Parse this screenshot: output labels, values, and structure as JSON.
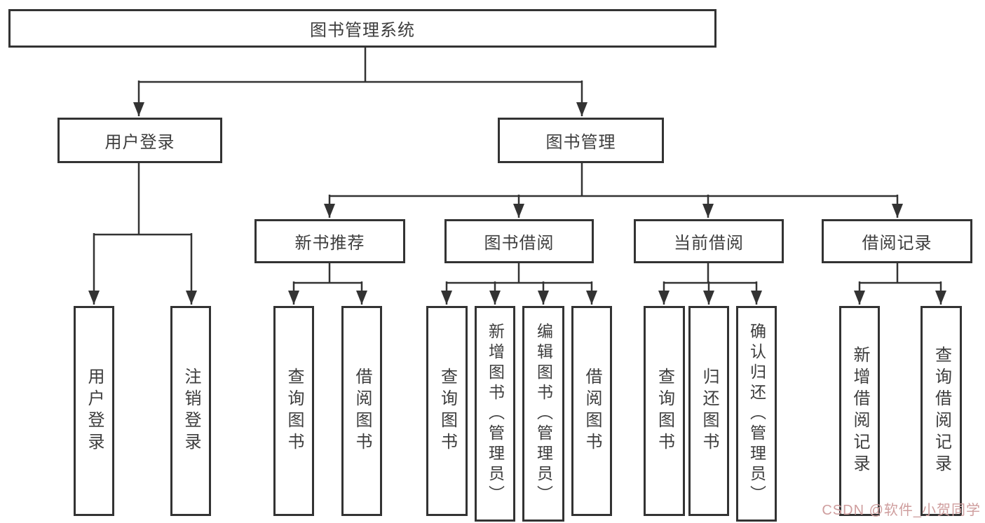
{
  "diagram_title": "图书管理系统",
  "watermark": {
    "text": "CSDN @软件_小贺同学",
    "color": "#cf9e9e"
  },
  "colors": {
    "line": "#333333",
    "border": "#333333",
    "text": "#3d3d3d",
    "background": "#ffffff"
  },
  "nodes": {
    "root": "图书管理系统",
    "user_login": "用户登录",
    "book_mgmt": "图书管理",
    "new_book_rec": "新书推荐",
    "book_borrow": "图书借阅",
    "current_borrow": "当前借阅",
    "borrow_record": "借阅记录",
    "leaf_user_login": "用户登录",
    "leaf_logout": "注销登录",
    "leaf_query_book_1": "查询图书",
    "leaf_borrow_book_1": "借阅图书",
    "leaf_query_book_2": "查询图书",
    "leaf_add_book_admin": "新增图书（管理员）",
    "leaf_edit_book_admin": "编辑图书（管理员）",
    "leaf_borrow_book_2": "借阅图书",
    "leaf_query_book_3": "查询图书",
    "leaf_return_book": "归还图书",
    "leaf_confirm_return_admin": "确认归还（管理员）",
    "leaf_add_record": "新增借阅记录",
    "leaf_query_record": "查询借阅记录"
  },
  "hierarchy": {
    "root": "图书管理系统",
    "children_of_root": [
      "用户登录",
      "图书管理"
    ],
    "children_of_user_login": [
      "用户登录",
      "注销登录"
    ],
    "children_of_book_mgmt": [
      "新书推荐",
      "图书借阅",
      "当前借阅",
      "借阅记录"
    ],
    "children_of_new_book_rec": [
      "查询图书",
      "借阅图书"
    ],
    "children_of_book_borrow": [
      "查询图书",
      "新增图书（管理员）",
      "编辑图书（管理员）",
      "借阅图书"
    ],
    "children_of_current_borrow": [
      "查询图书",
      "归还图书",
      "确认归还（管理员）"
    ],
    "children_of_borrow_record": [
      "新增借阅记录",
      "查询借阅记录"
    ]
  }
}
